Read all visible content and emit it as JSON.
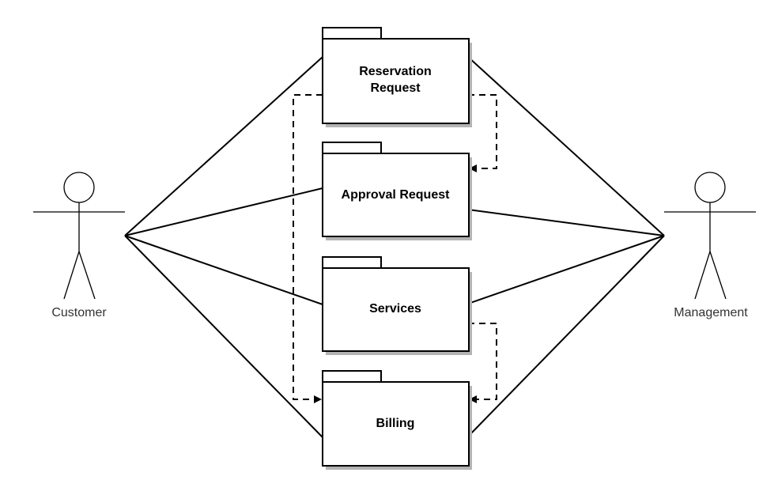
{
  "diagram": {
    "type": "UML package/use-case diagram",
    "colors": {
      "stroke": "#000000",
      "background": "#ffffff",
      "shadow": "#b3b3b3",
      "actor_label": "#333333"
    },
    "actors": [
      {
        "id": "customer",
        "label": "Customer",
        "icon": "stick-figure-icon"
      },
      {
        "id": "management",
        "label": "Management",
        "icon": "stick-figure-icon"
      }
    ],
    "packages": [
      {
        "id": "reservation",
        "label_lines": [
          "Reservation",
          "Request"
        ]
      },
      {
        "id": "approval",
        "label_lines": [
          "Approval Request"
        ]
      },
      {
        "id": "services",
        "label_lines": [
          "Services"
        ]
      },
      {
        "id": "billing",
        "label_lines": [
          "Billing"
        ]
      }
    ],
    "associations": [
      {
        "from": "customer",
        "to": "reservation"
      },
      {
        "from": "customer",
        "to": "approval"
      },
      {
        "from": "customer",
        "to": "services"
      },
      {
        "from": "customer",
        "to": "billing"
      },
      {
        "from": "management",
        "to": "reservation"
      },
      {
        "from": "management",
        "to": "approval"
      },
      {
        "from": "management",
        "to": "services"
      },
      {
        "from": "management",
        "to": "billing"
      }
    ],
    "dependencies": [
      {
        "from": "reservation",
        "to": "approval",
        "style": "dashed-arrow"
      },
      {
        "from": "reservation",
        "to": "billing",
        "style": "dashed-arrow"
      },
      {
        "from": "services",
        "to": "billing",
        "style": "dashed-arrow"
      }
    ]
  }
}
